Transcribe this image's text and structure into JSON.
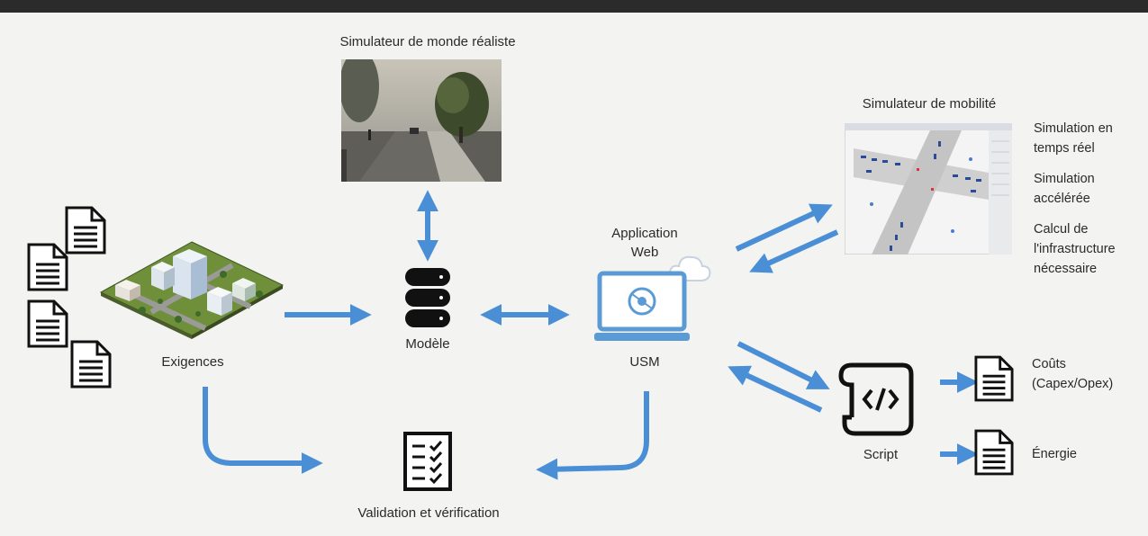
{
  "colors": {
    "arrow": "#4a8fd6",
    "ink": "#1a1a1a",
    "accent_blue": "#5b9bd5"
  },
  "labels": {
    "world_sim": "Simulateur de monde réaliste",
    "mobility_sim": "Simulateur de mobilité",
    "requirements": "Exigences",
    "model": "Modèle",
    "web_app_line1": "Application",
    "web_app_line2": "Web",
    "usm": "USM",
    "script": "Script",
    "validation": "Validation et vérification",
    "costs_line1": "Coûts",
    "costs_line2": "(Capex/Opex)",
    "energy": "Énergie"
  },
  "mobility_outputs": [
    {
      "line1": "Simulation en",
      "line2": "temps réel"
    },
    {
      "line1": "Simulation",
      "line2": "accélérée"
    },
    {
      "line1": "Calcul de",
      "line2": "l'infrastructure",
      "line3": "nécessaire"
    }
  ],
  "icons": {
    "documents": "document-icon",
    "city": "city-model-icon",
    "database": "database-icon",
    "laptop": "laptop-icon",
    "cloud": "cloud-icon",
    "script": "script-scroll-icon",
    "checklist": "checklist-icon"
  }
}
